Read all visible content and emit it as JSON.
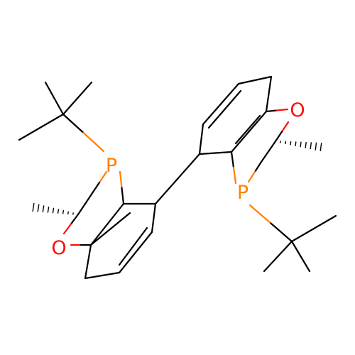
{
  "molecule": {
    "colors": {
      "background": "#ffffff",
      "bond": "#000000",
      "phosphorus": "#FF8000",
      "oxygen": "#FF0D0D"
    },
    "atoms": [
      {
        "id": "p1",
        "label": "P",
        "element": "phosphorus"
      },
      {
        "id": "o1",
        "label": "O",
        "element": "oxygen"
      },
      {
        "id": "p2",
        "label": "P",
        "element": "phosphorus"
      },
      {
        "id": "o2",
        "label": "O",
        "element": "oxygen"
      }
    ]
  }
}
